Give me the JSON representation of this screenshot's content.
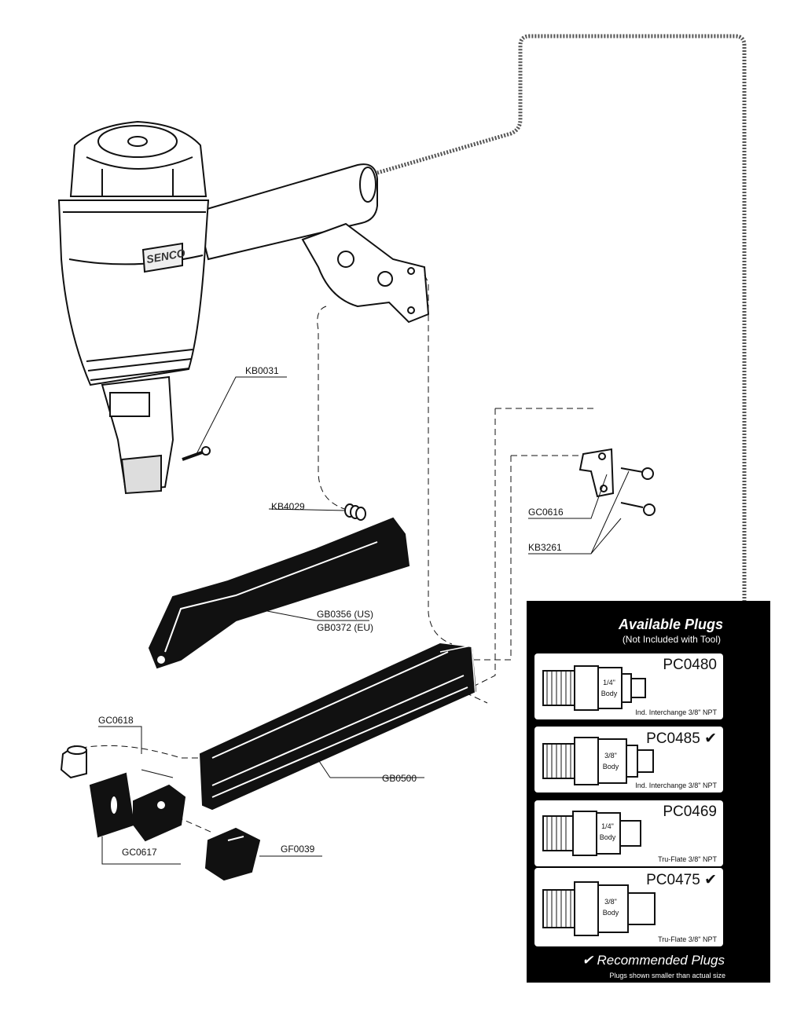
{
  "brand": "SENCO",
  "parts": {
    "kb0031": "KB0031",
    "kb4029": "KB4029",
    "gc0616": "GC0616",
    "kb3261": "KB3261",
    "gb0356": "GB0356 (US)",
    "gb0372": "GB0372 (EU)",
    "gc0618": "GC0618",
    "gb0500": "GB0500",
    "gc0617": "GC0617",
    "gf0039": "GF0039"
  },
  "plugs_panel": {
    "title": "Available Plugs",
    "subtitle": "(Not Included with Tool)",
    "items": [
      {
        "code": "PC0480",
        "recommended": false,
        "body": [
          "1/4\"",
          "Body"
        ],
        "description": "Ind. Interchange 3/8\" NPT"
      },
      {
        "code": "PC0485",
        "recommended": true,
        "body": [
          "3/8\"",
          "Body"
        ],
        "description": "Ind. Interchange 3/8\" NPT"
      },
      {
        "code": "PC0469",
        "recommended": false,
        "body": [
          "1/4\"",
          "Body"
        ],
        "description": "Tru-Flate 3/8\" NPT"
      },
      {
        "code": "PC0475",
        "recommended": true,
        "body": [
          "3/8\"",
          "Body"
        ],
        "description": "Tru-Flate 3/8\" NPT"
      }
    ],
    "check_glyph": "✔",
    "recommended_label": "Recommended Plugs",
    "recommended_note": "Plugs shown smaller than actual size"
  }
}
